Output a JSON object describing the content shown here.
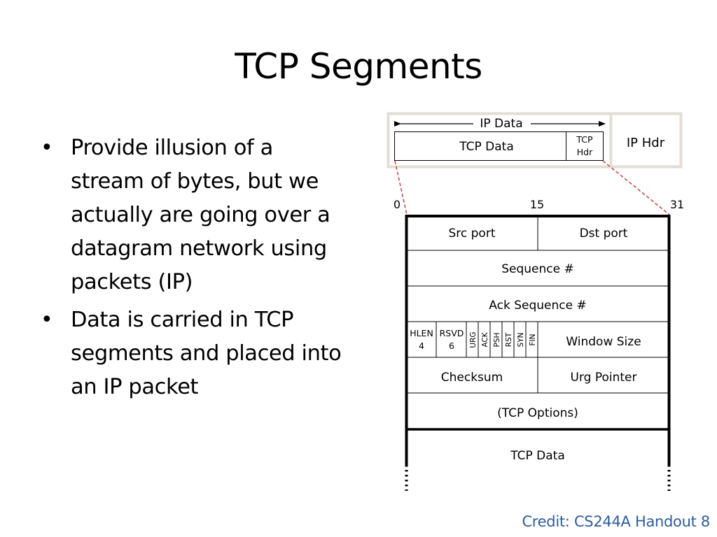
{
  "title": "TCP Segments",
  "bullets": [
    "Provide illusion of a stream of bytes, but we actually are going over a datagram network using packets (IP)",
    "Data is carried in TCP segments and placed into an IP packet"
  ],
  "packet": {
    "ip_data": "IP Data",
    "tcp_data": "TCP Data",
    "tcp_hdr_line1": "TCP",
    "tcp_hdr_line2": "Hdr",
    "ip_hdr": "IP Hdr"
  },
  "header": {
    "bit_start": "0",
    "bit_mid": "15",
    "bit_end": "31",
    "src_port": "Src port",
    "dst_port": "Dst port",
    "sequence": "Sequence #",
    "ack_sequence": "Ack Sequence #",
    "hlen_label": "HLEN",
    "hlen_bits": "4",
    "rsvd_label": "RSVD",
    "rsvd_bits": "6",
    "flags": [
      "URG",
      "ACK",
      "PSH",
      "RST",
      "SYN",
      "FIN"
    ],
    "window_size": "Window Size",
    "checksum": "Checksum",
    "urg_pointer": "Urg Pointer",
    "tcp_options": "(TCP Options)",
    "tcp_data": "TCP Data"
  },
  "credit": "Credit: CS244A Handout 8",
  "colors": {
    "dashed_connector": "#c0504d",
    "frame_border": "#e2ded3",
    "credit_text": "#2e5d9a"
  }
}
